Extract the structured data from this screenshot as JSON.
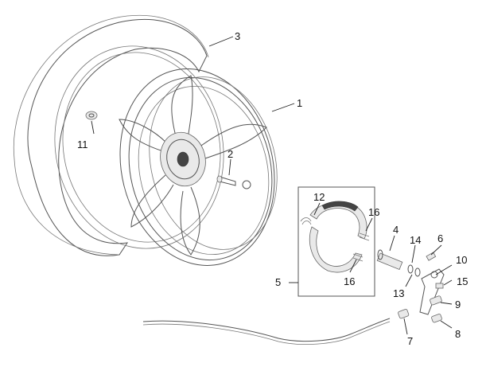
{
  "diagram": {
    "callouts": [
      {
        "id": "c1",
        "label": "1"
      },
      {
        "id": "c2",
        "label": "2"
      },
      {
        "id": "c3",
        "label": "3"
      },
      {
        "id": "c4",
        "label": "4"
      },
      {
        "id": "c5",
        "label": "5"
      },
      {
        "id": "c6",
        "label": "6"
      },
      {
        "id": "c7",
        "label": "7"
      },
      {
        "id": "c8",
        "label": "8"
      },
      {
        "id": "c9",
        "label": "9"
      },
      {
        "id": "c10",
        "label": "10"
      },
      {
        "id": "c11",
        "label": "11"
      },
      {
        "id": "c12",
        "label": "12"
      },
      {
        "id": "c13",
        "label": "13"
      },
      {
        "id": "c14",
        "label": "14"
      },
      {
        "id": "c15",
        "label": "15"
      },
      {
        "id": "c16a",
        "label": "16"
      },
      {
        "id": "c16b",
        "label": "16"
      }
    ],
    "colors": {
      "line": "#555555",
      "text": "#111111",
      "background": "#ffffff"
    }
  }
}
